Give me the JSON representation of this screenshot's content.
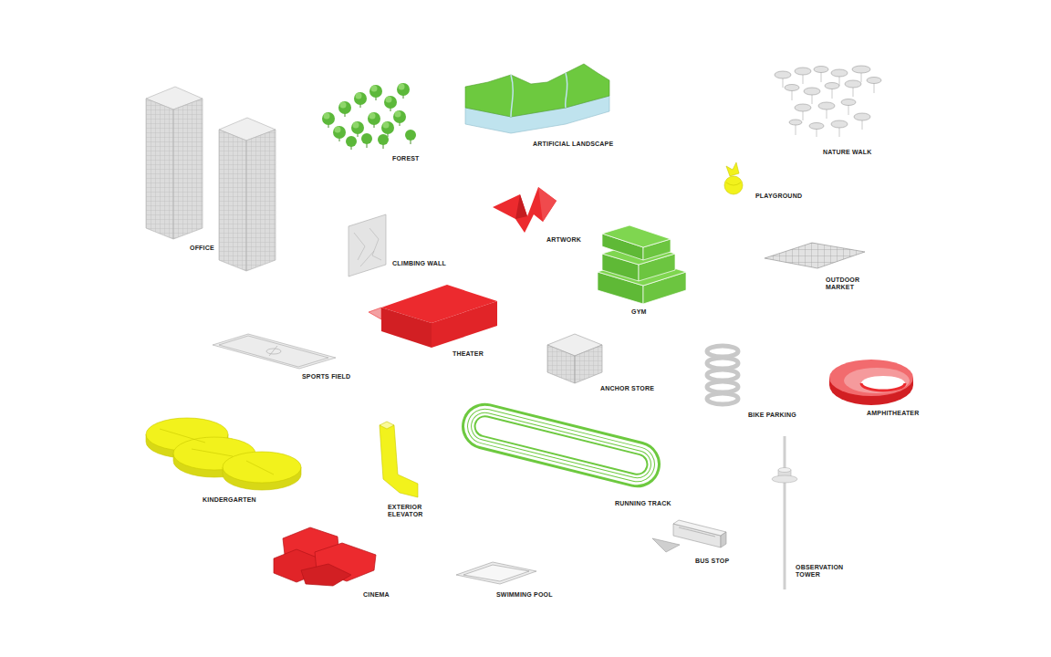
{
  "diagram": {
    "labels": [
      "OFFICE",
      "FOREST",
      "ARTIFICIAL LANDSCAPE",
      "NATURE WALK",
      "PLAYGROUND",
      "CLIMBING WALL",
      "ARTWORK",
      "GYM",
      "OUTDOOR MARKET",
      "THEATER",
      "SPORTS FIELD",
      "ANCHOR STORE",
      "BIKE PARKING",
      "AMPHITHEATER",
      "KINDERGARTEN",
      "EXTERIOR ELEVATOR",
      "RUNNING TRACK",
      "BUS STOP",
      "OBSERVATION TOWER",
      "CINEMA",
      "SWIMMING POOL"
    ]
  }
}
